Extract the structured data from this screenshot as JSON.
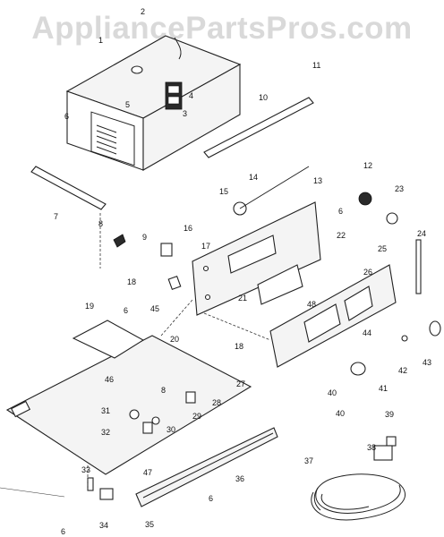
{
  "watermark": "AppliancePartsPros.com",
  "callouts": [
    "1",
    "2",
    "3",
    "4",
    "5",
    "6",
    "7",
    "8",
    "9",
    "10",
    "11",
    "12",
    "13",
    "14",
    "15",
    "16",
    "17",
    "18",
    "19",
    "20",
    "21",
    "22",
    "23",
    "24",
    "25",
    "26",
    "27",
    "28",
    "29",
    "30",
    "31",
    "32",
    "33",
    "34",
    "35",
    "36",
    "37",
    "38",
    "39",
    "40",
    "41",
    "42",
    "43",
    "44",
    "45",
    "46",
    "47",
    "48"
  ]
}
